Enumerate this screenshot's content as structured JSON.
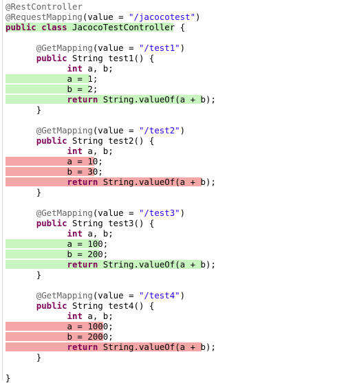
{
  "colors": {
    "covered": "#c8f5c0",
    "missed": "#f4a7a6",
    "keyword": "#7f0055",
    "annotation": "#646464",
    "string": "#2a00ff"
  },
  "lines": [
    {
      "coverage": "none",
      "hl_chars": 0,
      "tokens": [
        {
          "t": "anno",
          "s": "@RestController"
        }
      ]
    },
    {
      "coverage": "none",
      "hl_chars": 0,
      "tokens": [
        {
          "t": "anno",
          "s": "@RequestMapping"
        },
        {
          "t": "plain",
          "s": "(value = "
        },
        {
          "t": "str",
          "s": "\"/jacocotest\""
        },
        {
          "t": "plain",
          "s": ")"
        }
      ]
    },
    {
      "coverage": "green",
      "hl_chars": 36,
      "tokens": [
        {
          "t": "kw",
          "s": "public"
        },
        {
          "t": "plain",
          "s": " "
        },
        {
          "t": "kw",
          "s": "class"
        },
        {
          "t": "plain",
          "s": " JacocoTestController {"
        }
      ]
    },
    {
      "coverage": "none",
      "hl_chars": 0,
      "tokens": []
    },
    {
      "coverage": "none",
      "hl_chars": 0,
      "tokens": [
        {
          "t": "plain",
          "s": "      "
        },
        {
          "t": "anno",
          "s": "@GetMapping"
        },
        {
          "t": "plain",
          "s": "(value = "
        },
        {
          "t": "str",
          "s": "\"/test1\""
        },
        {
          "t": "plain",
          "s": ")"
        }
      ]
    },
    {
      "coverage": "none",
      "hl_chars": 0,
      "tokens": [
        {
          "t": "plain",
          "s": "      "
        },
        {
          "t": "kw",
          "s": "public"
        },
        {
          "t": "plain",
          "s": " String test1() {"
        }
      ]
    },
    {
      "coverage": "none",
      "hl_chars": 0,
      "tokens": [
        {
          "t": "plain",
          "s": "            "
        },
        {
          "t": "kw",
          "s": "int"
        },
        {
          "t": "plain",
          "s": " a, b;"
        }
      ]
    },
    {
      "coverage": "green",
      "hl_chars": 18,
      "tokens": [
        {
          "t": "plain",
          "s": "            a = 1;"
        }
      ]
    },
    {
      "coverage": "green",
      "hl_chars": 18,
      "tokens": [
        {
          "t": "plain",
          "s": "            b = 2;"
        }
      ]
    },
    {
      "coverage": "green",
      "hl_chars": 42,
      "tokens": [
        {
          "t": "plain",
          "s": "            "
        },
        {
          "t": "kw",
          "s": "return"
        },
        {
          "t": "plain",
          "s": " String.valueOf(a + b);"
        }
      ]
    },
    {
      "coverage": "none",
      "hl_chars": 0,
      "tokens": [
        {
          "t": "plain",
          "s": "      }"
        }
      ]
    },
    {
      "coverage": "none",
      "hl_chars": 0,
      "tokens": []
    },
    {
      "coverage": "none",
      "hl_chars": 0,
      "tokens": [
        {
          "t": "plain",
          "s": "      "
        },
        {
          "t": "anno",
          "s": "@GetMapping"
        },
        {
          "t": "plain",
          "s": "(value = "
        },
        {
          "t": "str",
          "s": "\"/test2\""
        },
        {
          "t": "plain",
          "s": ")"
        }
      ]
    },
    {
      "coverage": "none",
      "hl_chars": 0,
      "tokens": [
        {
          "t": "plain",
          "s": "      "
        },
        {
          "t": "kw",
          "s": "public"
        },
        {
          "t": "plain",
          "s": " String test2() {"
        }
      ]
    },
    {
      "coverage": "none",
      "hl_chars": 0,
      "tokens": [
        {
          "t": "plain",
          "s": "            "
        },
        {
          "t": "kw",
          "s": "int"
        },
        {
          "t": "plain",
          "s": " a, b;"
        }
      ]
    },
    {
      "coverage": "red",
      "hl_chars": 19,
      "tokens": [
        {
          "t": "plain",
          "s": "            a = 10;"
        }
      ]
    },
    {
      "coverage": "red",
      "hl_chars": 19,
      "tokens": [
        {
          "t": "plain",
          "s": "            b = 30;"
        }
      ]
    },
    {
      "coverage": "red",
      "hl_chars": 42,
      "tokens": [
        {
          "t": "plain",
          "s": "            "
        },
        {
          "t": "kw",
          "s": "return"
        },
        {
          "t": "plain",
          "s": " String.valueOf(a + b);"
        }
      ]
    },
    {
      "coverage": "none",
      "hl_chars": 0,
      "tokens": [
        {
          "t": "plain",
          "s": "      }"
        }
      ]
    },
    {
      "coverage": "none",
      "hl_chars": 0,
      "tokens": []
    },
    {
      "coverage": "none",
      "hl_chars": 0,
      "tokens": [
        {
          "t": "plain",
          "s": "      "
        },
        {
          "t": "anno",
          "s": "@GetMapping"
        },
        {
          "t": "plain",
          "s": "(value = "
        },
        {
          "t": "str",
          "s": "\"/test3\""
        },
        {
          "t": "plain",
          "s": ")"
        }
      ]
    },
    {
      "coverage": "none",
      "hl_chars": 0,
      "tokens": [
        {
          "t": "plain",
          "s": "      "
        },
        {
          "t": "kw",
          "s": "public"
        },
        {
          "t": "plain",
          "s": " String test3() {"
        }
      ]
    },
    {
      "coverage": "none",
      "hl_chars": 0,
      "tokens": [
        {
          "t": "plain",
          "s": "            "
        },
        {
          "t": "kw",
          "s": "int"
        },
        {
          "t": "plain",
          "s": " a, b;"
        }
      ]
    },
    {
      "coverage": "green",
      "hl_chars": 20,
      "tokens": [
        {
          "t": "plain",
          "s": "            a = 100;"
        }
      ]
    },
    {
      "coverage": "green",
      "hl_chars": 20,
      "tokens": [
        {
          "t": "plain",
          "s": "            b = 200;"
        }
      ]
    },
    {
      "coverage": "green",
      "hl_chars": 42,
      "tokens": [
        {
          "t": "plain",
          "s": "            "
        },
        {
          "t": "kw",
          "s": "return"
        },
        {
          "t": "plain",
          "s": " String.valueOf(a + b);"
        }
      ]
    },
    {
      "coverage": "none",
      "hl_chars": 0,
      "tokens": [
        {
          "t": "plain",
          "s": "      }"
        }
      ]
    },
    {
      "coverage": "none",
      "hl_chars": 0,
      "tokens": []
    },
    {
      "coverage": "none",
      "hl_chars": 0,
      "tokens": [
        {
          "t": "plain",
          "s": "      "
        },
        {
          "t": "anno",
          "s": "@GetMapping"
        },
        {
          "t": "plain",
          "s": "(value = "
        },
        {
          "t": "str",
          "s": "\"/test4\""
        },
        {
          "t": "plain",
          "s": ")"
        }
      ]
    },
    {
      "coverage": "none",
      "hl_chars": 0,
      "tokens": [
        {
          "t": "plain",
          "s": "      "
        },
        {
          "t": "kw",
          "s": "public"
        },
        {
          "t": "plain",
          "s": " String test4() {"
        }
      ]
    },
    {
      "coverage": "none",
      "hl_chars": 0,
      "tokens": [
        {
          "t": "plain",
          "s": "            "
        },
        {
          "t": "kw",
          "s": "int"
        },
        {
          "t": "plain",
          "s": " a, b;"
        }
      ]
    },
    {
      "coverage": "red",
      "hl_chars": 21,
      "tokens": [
        {
          "t": "plain",
          "s": "            a = 1000;"
        }
      ]
    },
    {
      "coverage": "red",
      "hl_chars": 21,
      "tokens": [
        {
          "t": "plain",
          "s": "            b = 2000;"
        }
      ]
    },
    {
      "coverage": "red",
      "hl_chars": 42,
      "tokens": [
        {
          "t": "plain",
          "s": "            "
        },
        {
          "t": "kw",
          "s": "return"
        },
        {
          "t": "plain",
          "s": " String.valueOf(a + b);"
        }
      ]
    },
    {
      "coverage": "none",
      "hl_chars": 0,
      "tokens": [
        {
          "t": "plain",
          "s": "      }"
        }
      ]
    },
    {
      "coverage": "none",
      "hl_chars": 0,
      "tokens": []
    },
    {
      "coverage": "none",
      "hl_chars": 0,
      "tokens": [
        {
          "t": "plain",
          "s": "}"
        }
      ]
    }
  ]
}
